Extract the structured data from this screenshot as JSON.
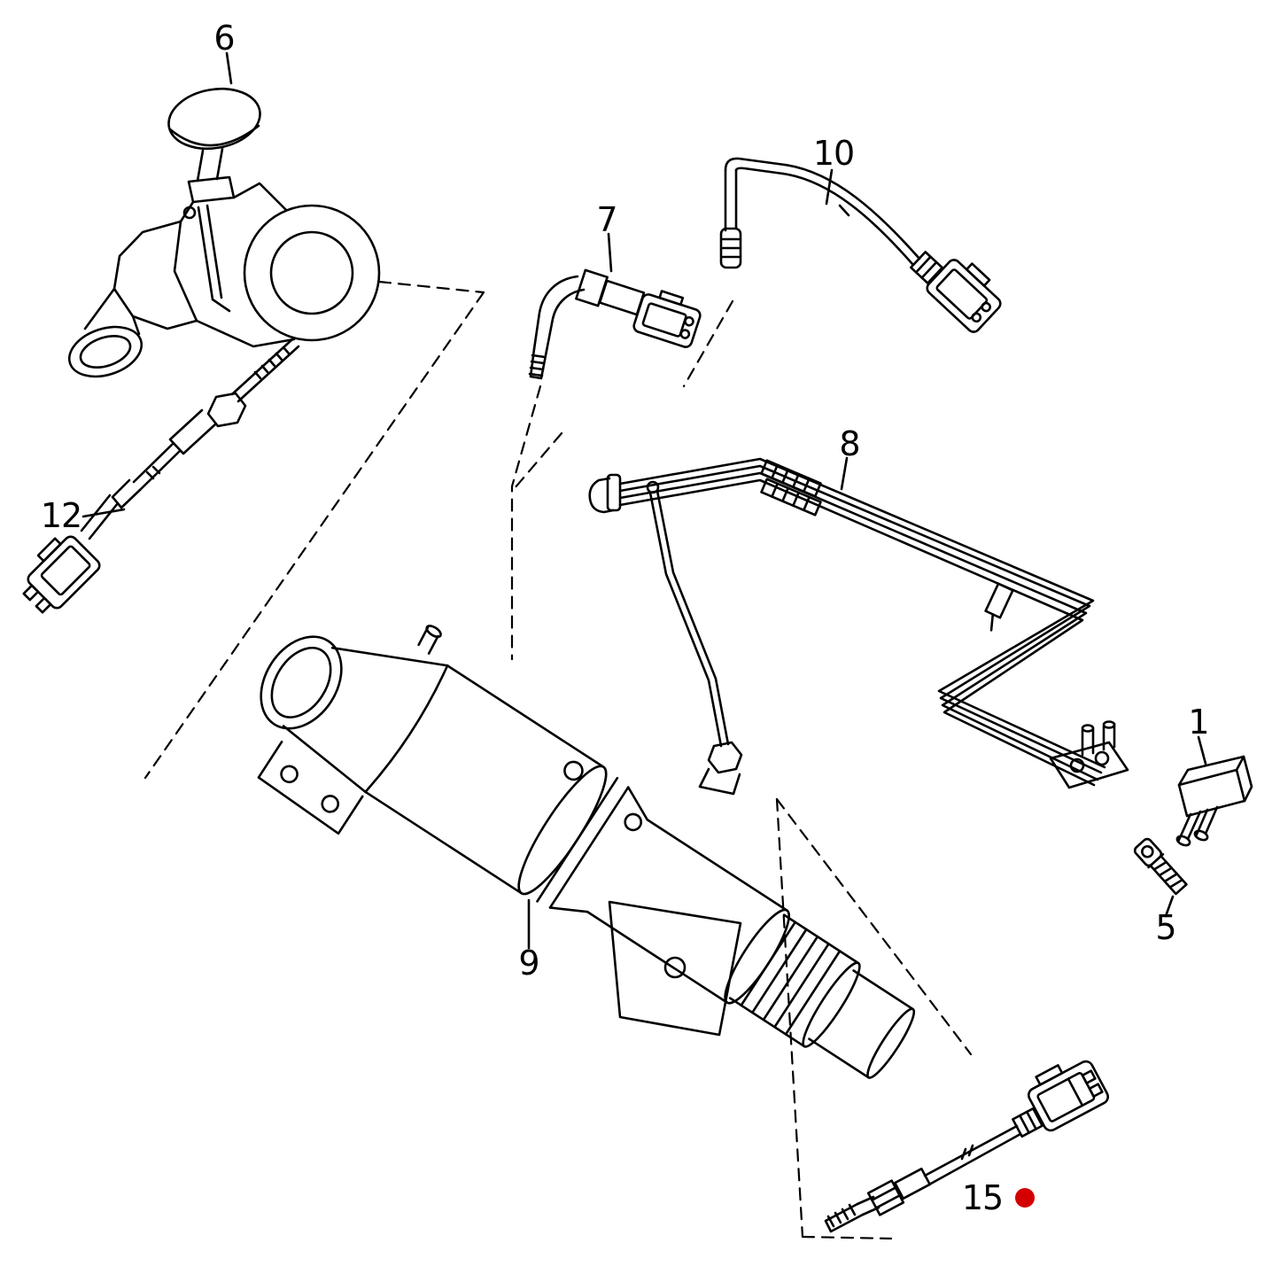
{
  "diagram": {
    "background_color": "#ffffff",
    "line_color": "#000000",
    "highlight_color": "#d40000",
    "labels": [
      {
        "text": "6"
      },
      {
        "text": "10"
      },
      {
        "text": "7"
      },
      {
        "text": "12"
      },
      {
        "text": "8"
      },
      {
        "text": "1"
      },
      {
        "text": "5"
      },
      {
        "text": "9"
      },
      {
        "text": "15"
      }
    ],
    "highlighted_label": "15",
    "marker": {
      "shape": "filled-circle",
      "color": "#d40000"
    }
  }
}
